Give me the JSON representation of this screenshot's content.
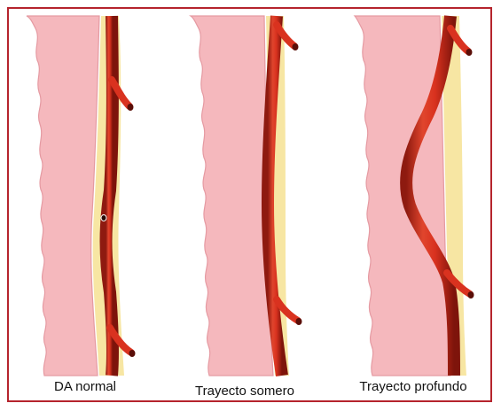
{
  "figure": {
    "border_color": "#b5242d",
    "panels": [
      {
        "id": "normal",
        "caption": "DA normal"
      },
      {
        "id": "somero",
        "caption": "Trayecto somero"
      },
      {
        "id": "profundo",
        "caption": "Trayecto profundo"
      }
    ],
    "colors": {
      "myocardium": "#f5b8bd",
      "myocardium_edge": "#e59aa2",
      "fat": "#f7e6a3",
      "artery": "#d9321f",
      "artery_dark": "#8e1a10",
      "artery_highlight": "#f0644a"
    }
  }
}
